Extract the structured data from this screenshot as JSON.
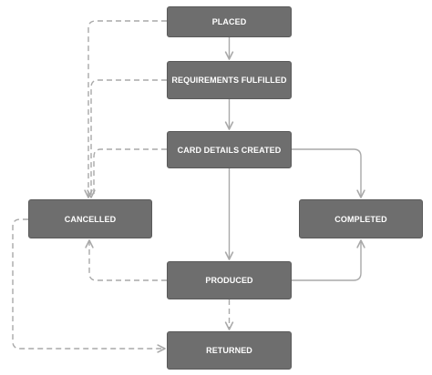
{
  "diagram": {
    "nodes": {
      "placed": "PLACED",
      "requirements_fulfilled": "REQUIREMENTS FULFILLED",
      "card_details_created": "CARD DETAILS CREATED",
      "cancelled": "CANCELLED",
      "completed": "COMPLETED",
      "produced": "PRODUCED",
      "returned": "RETURNED"
    },
    "transitions": [
      {
        "from": "placed",
        "to": "requirements_fulfilled",
        "style": "solid"
      },
      {
        "from": "requirements_fulfilled",
        "to": "card_details_created",
        "style": "solid"
      },
      {
        "from": "card_details_created",
        "to": "produced",
        "style": "solid"
      },
      {
        "from": "card_details_created",
        "to": "completed",
        "style": "solid"
      },
      {
        "from": "produced",
        "to": "completed",
        "style": "solid"
      },
      {
        "from": "placed",
        "to": "cancelled",
        "style": "dashed"
      },
      {
        "from": "requirements_fulfilled",
        "to": "cancelled",
        "style": "dashed"
      },
      {
        "from": "card_details_created",
        "to": "cancelled",
        "style": "dashed"
      },
      {
        "from": "produced",
        "to": "cancelled",
        "style": "dashed"
      },
      {
        "from": "produced",
        "to": "returned",
        "style": "dashed"
      },
      {
        "from": "cancelled",
        "to": "returned",
        "style": "dashed"
      }
    ],
    "colors": {
      "node_fill": "#6e6e6e",
      "node_text": "#ffffff",
      "edge": "#a9a9a9"
    }
  }
}
